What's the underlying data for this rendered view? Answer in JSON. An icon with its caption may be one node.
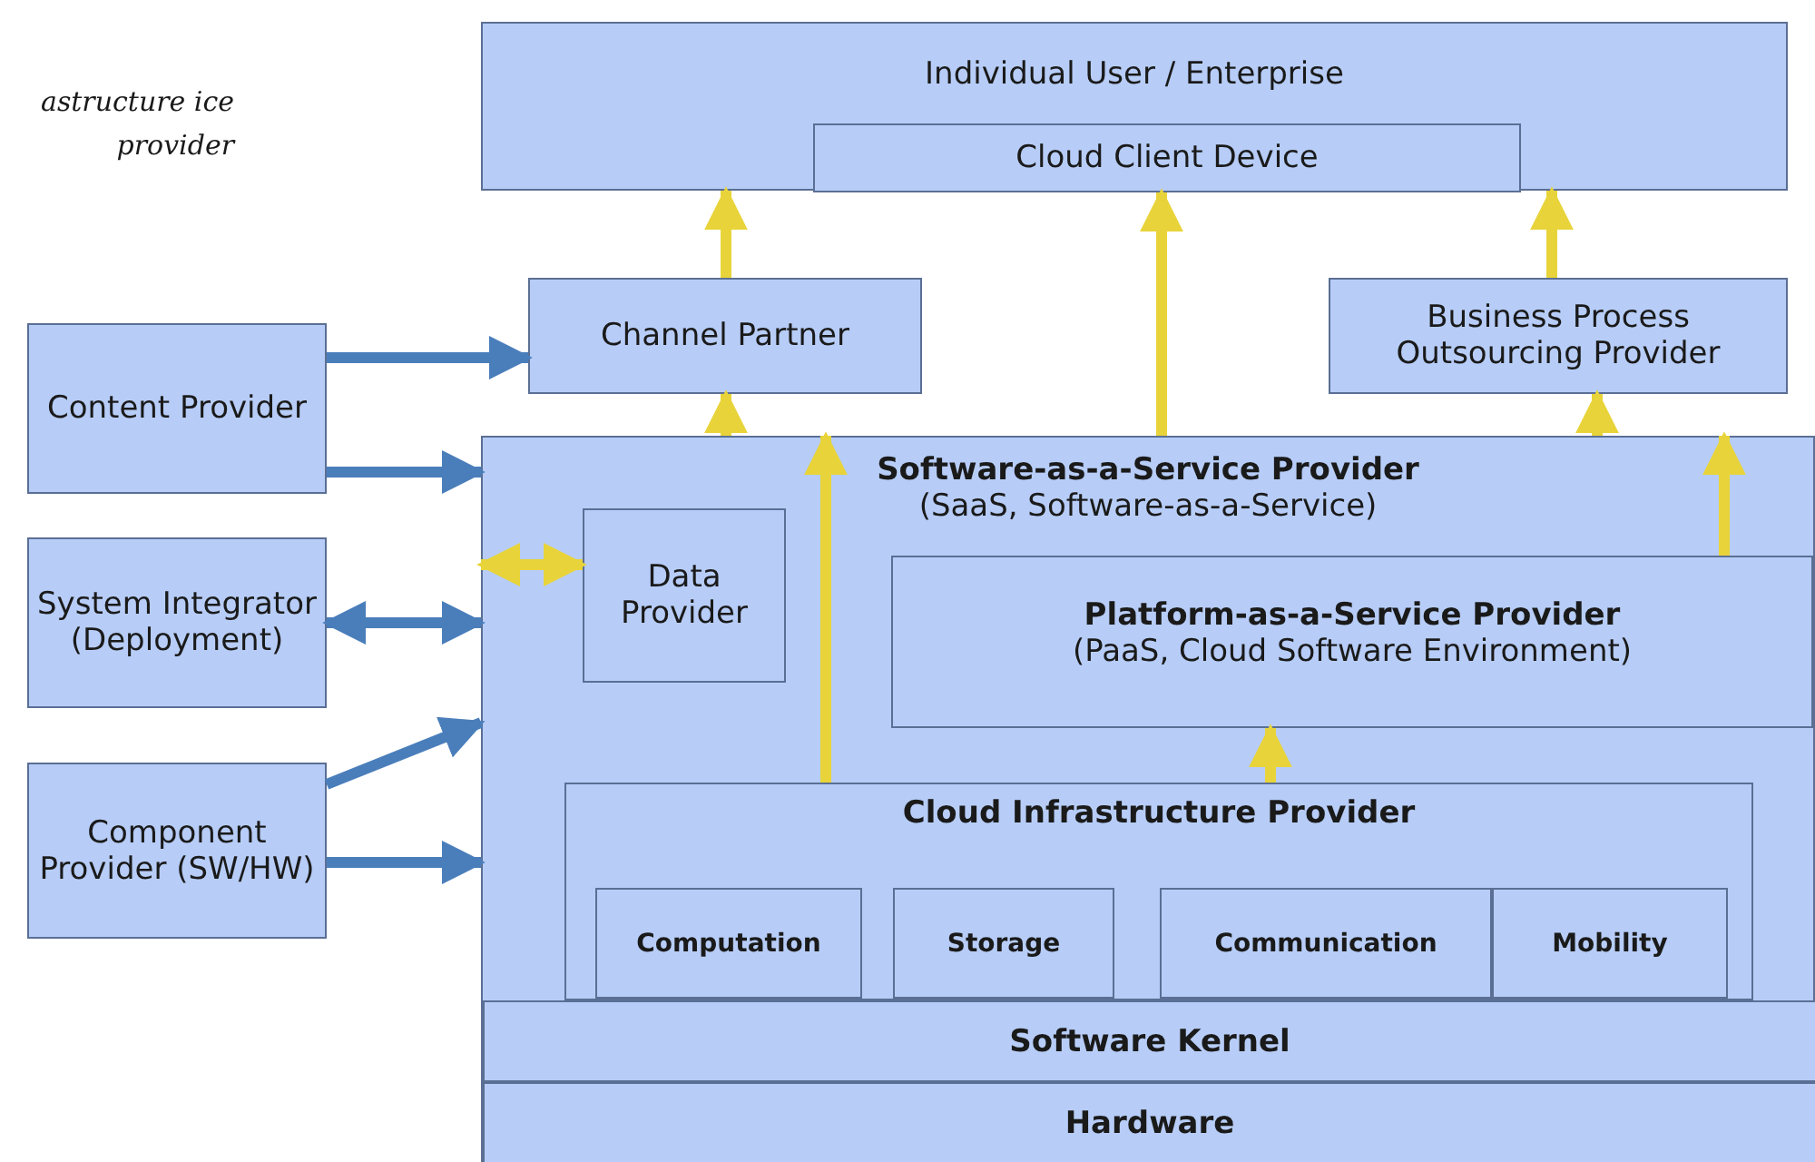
{
  "diagram": {
    "nodes": [
      {
        "text": [
          "Individual User / Enterprise"
        ]
      },
      {
        "text": [
          "Cloud Client Device"
        ],
        "in": 0
      },
      {
        "text": [
          "Channel Partner"
        ]
      },
      {
        "text": [
          "Business Process Outsourcing Provider"
        ]
      },
      {
        "text": [
          "Content Provider"
        ]
      },
      {
        "text": [
          "System Integrator (Deployment)"
        ]
      },
      {
        "text": [
          "Component Provider (SW/HW)"
        ]
      },
      {
        "text": [
          "Software-as-a-Service Provider",
          "(SaaS, Software-as-a-Service)"
        ]
      },
      {
        "text": [
          "Data Provider"
        ],
        "in": 7
      },
      {
        "text": [
          "Platform-as-a-Service Provider",
          "(PaaS, Cloud Software Environment)"
        ],
        "in": 7
      },
      {
        "text": [
          "Cloud Infrastructure Provider"
        ],
        "in": 7
      },
      {
        "text": [
          "Computation"
        ],
        "in": 10
      },
      {
        "text": [
          "Storage"
        ],
        "in": 10
      },
      {
        "text": [
          "Communication"
        ],
        "in": 10
      },
      {
        "text": [
          "Mobility"
        ],
        "in": 10
      },
      {
        "text": [
          "Software Kernel"
        ],
        "in": 7
      },
      {
        "text": [
          "Hardware"
        ],
        "in": 7
      }
    ],
    "edges": [
      {
        "from": 2,
        "to": 0,
        "arrow": "to"
      },
      {
        "from": 3,
        "to": 0,
        "arrow": "to"
      },
      {
        "from": 7,
        "to": 1,
        "arrow": "to"
      },
      {
        "from": 7,
        "to": 2,
        "arrow": "to"
      },
      {
        "from": 7,
        "to": 3,
        "arrow": "to"
      },
      {
        "from": 9,
        "to": 7,
        "arrow": "to"
      },
      {
        "from": 10,
        "to": 7,
        "arrow": "to"
      },
      {
        "from": 10,
        "to": 9,
        "arrow": "to"
      },
      {
        "from": 8,
        "to": 7,
        "arrow": "both"
      },
      {
        "from": 4,
        "to": 2,
        "arrow": "to",
        "color": "#4a7ebb"
      },
      {
        "from": 4,
        "to": 7,
        "arrow": "to",
        "color": "#4a7ebb"
      },
      {
        "from": 5,
        "to": 7,
        "arrow": "both",
        "color": "#4a7ebb"
      },
      {
        "from": 6,
        "to": 7,
        "arrow": "to",
        "color": "#4a7ebb"
      },
      {
        "from": 6,
        "to": 7,
        "arrow": "to",
        "color": "#4a7ebb"
      }
    ],
    "labels": [
      "astructure ice provider"
    ]
  }
}
